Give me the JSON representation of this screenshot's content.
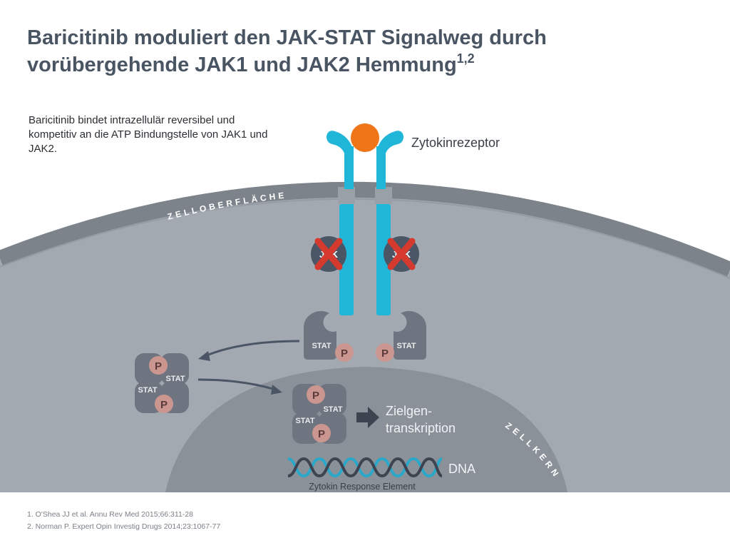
{
  "slide": {
    "title_line1": "Baricitinib moduliert den JAK-STAT Signalweg durch",
    "title_line2": "vorübergehende JAK1 und JAK2 Hemmung",
    "title_superscript": "1,2",
    "intro": "Baricitinib bindet intrazellulär reversibel und kompetitiv an die ATP Bindungstelle von JAK1 und JAK2."
  },
  "diagram": {
    "receptor_label": "Zytokinrezeptor",
    "cell_surface_label": "ZELLOBERFLÄCHE",
    "nucleus_label": "ZELLKERN",
    "jak_label": "JAK",
    "stat_label": "STAT",
    "phospho_label": "P",
    "target_gene_label_line1": "Zielgen-",
    "target_gene_label_line2": "transkription",
    "dna_label": "DNA",
    "response_element_label": "Zytokin Response Element"
  },
  "footnotes": [
    "1. O'Shea JJ et al. Annu Rev Med 2015;66:311-28",
    "2. Norman P. Expert Opin Investig Drugs 2014;23:1067-77"
  ],
  "colors": {
    "receptor": "#1fb6d8",
    "cytokine": "#f07418",
    "inhibition_x": "#d63a2e",
    "jak": "#4a5566",
    "stat": "#6e7580",
    "phospho": "#cc9690",
    "cytoplasm": "#a3a9b0",
    "nucleus": "#8b9199",
    "membrane": "#7d838b"
  }
}
